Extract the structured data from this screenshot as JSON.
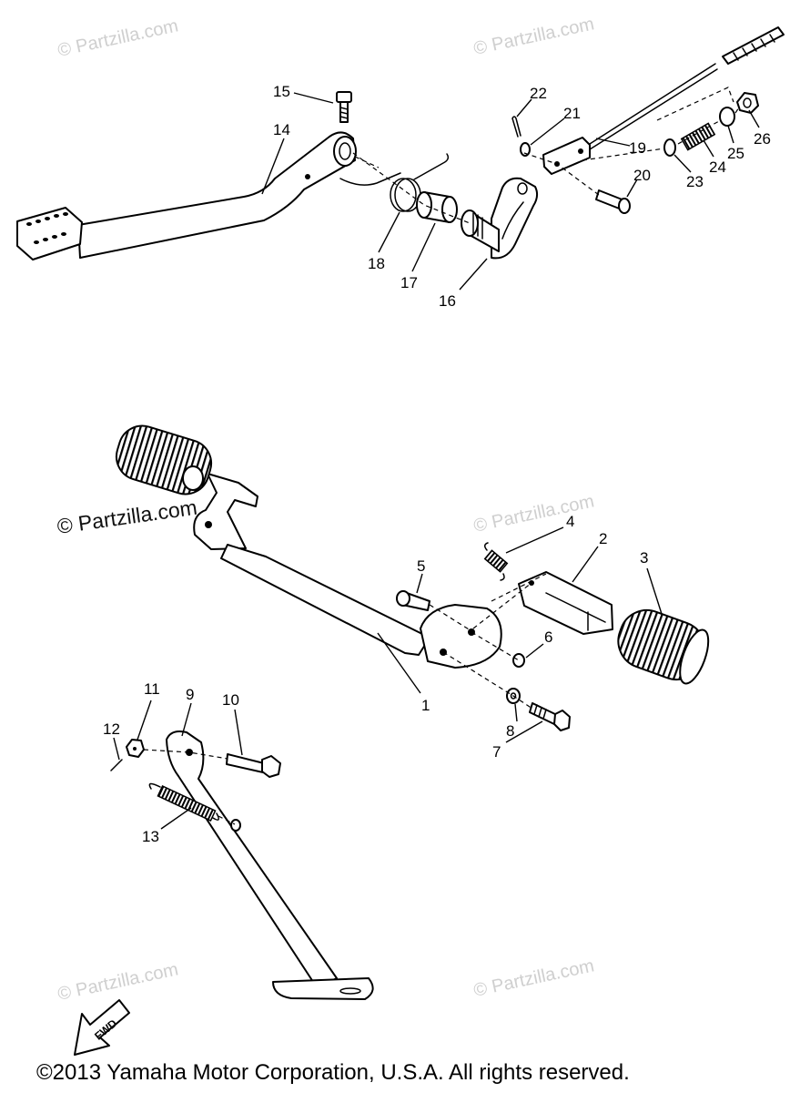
{
  "callout_numbers": [
    "1",
    "2",
    "3",
    "4",
    "5",
    "6",
    "7",
    "8",
    "9",
    "10",
    "11",
    "12",
    "13",
    "14",
    "15",
    "16",
    "17",
    "18",
    "19",
    "20",
    "21",
    "22",
    "23",
    "24",
    "25",
    "26"
  ],
  "watermark": "© Partzilla.com",
  "fwd_label": "FWD",
  "copyright": "©2013 Yamaha Motor Corporation, U.S.A. All rights reserved.",
  "colors": {
    "line": "#000000",
    "watermark": "#cfcfcf",
    "background": "#ffffff"
  }
}
